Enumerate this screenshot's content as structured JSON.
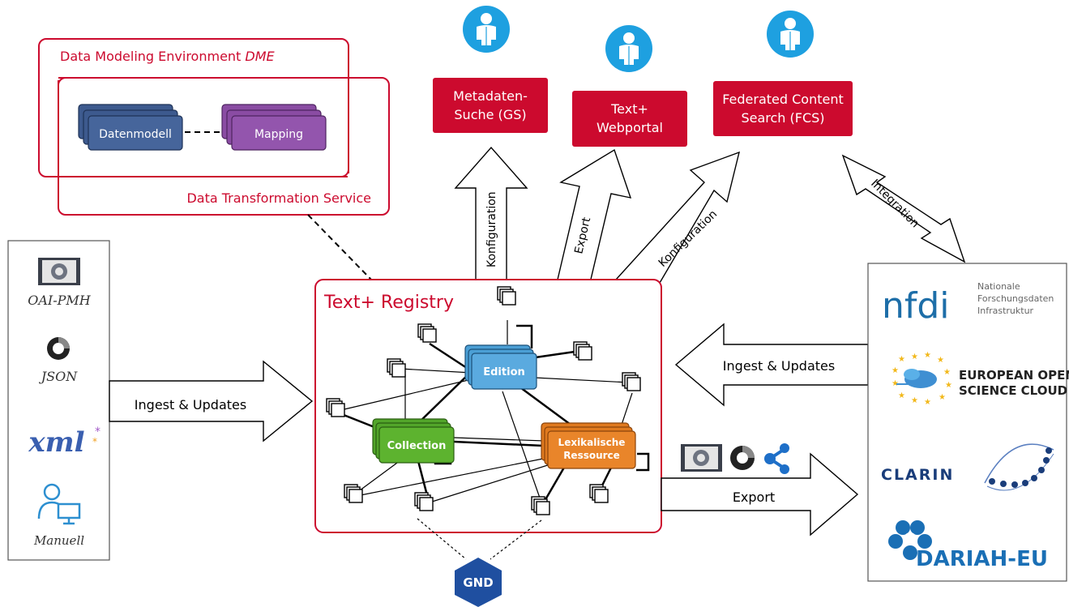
{
  "dme": {
    "title_prefix": "Data Modeling Environment ",
    "title_italic": "DME",
    "datenmodell": "Datenmodell",
    "mapping": "Mapping",
    "dts": "Data Transformation Service"
  },
  "outputs": {
    "gs": [
      "Metadaten-",
      "Suche (GS)"
    ],
    "webportal": [
      "Text+",
      "Webportal"
    ],
    "fcs": [
      "Federated Content",
      "Search (FCS)"
    ]
  },
  "arrows": {
    "konfiguration_1": "Konfiguration",
    "export_up": "Export",
    "konfiguration_2": "Konfiguration",
    "integration": "Integration",
    "ingest_left": "Ingest & Updates",
    "ingest_right": "Ingest & Updates",
    "export_right": "Export"
  },
  "sources": {
    "oai": "OAI-PMH",
    "json": "JSON",
    "xml": "xml",
    "manuell": "Manuell"
  },
  "registry": {
    "title": "Text+ Registry",
    "edition": "Edition",
    "collection": "Collection",
    "lex": [
      "Lexikalische",
      "Ressource"
    ]
  },
  "gnd": "GND",
  "partners": {
    "nfdi_logo": "nfdi",
    "nfdi_text": [
      "Nationale",
      "Forschungsdaten",
      "Infrastruktur"
    ],
    "eosc": [
      "EUROPEAN OPEN",
      "SCIENCE CLOUD"
    ],
    "clarin": "CLARIN",
    "dariah": "DARIAH-EU"
  },
  "colors": {
    "red": "#cc0a2e",
    "blue": "#4b9fd5",
    "green": "#52a52a",
    "orange": "#e07a1f",
    "navy": "#3d5a8e",
    "purple": "#8a4ca3",
    "person": "#1ea0e0"
  }
}
